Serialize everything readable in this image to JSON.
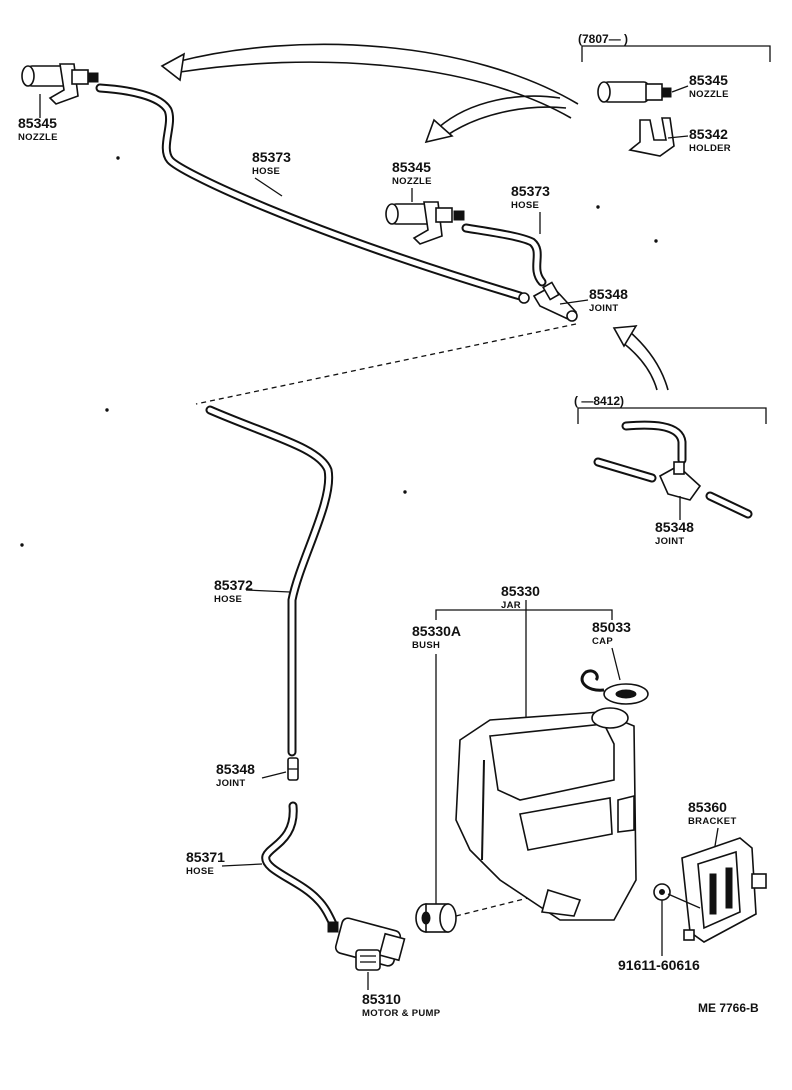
{
  "diagram": {
    "parts": {
      "nozzle_left": {
        "number": "85345",
        "label": "NOZZLE"
      },
      "nozzle_mid": {
        "number": "85345",
        "label": "NOZZLE"
      },
      "nozzle_right": {
        "number": "85345",
        "label": "NOZZLE"
      },
      "holder": {
        "number": "85342",
        "label": "HOLDER"
      },
      "hose_long": {
        "number": "85373",
        "label": "HOSE"
      },
      "hose_short": {
        "number": "85373",
        "label": "HOSE"
      },
      "joint_top": {
        "number": "85348",
        "label": "JOINT"
      },
      "joint_inset": {
        "number": "85348",
        "label": "JOINT"
      },
      "hose_vertical": {
        "number": "85372",
        "label": "HOSE"
      },
      "joint_lower": {
        "number": "85348",
        "label": "JOINT"
      },
      "hose_pump": {
        "number": "85371",
        "label": "HOSE"
      },
      "motor_pump": {
        "number": "85310",
        "label": "MOTOR & PUMP"
      },
      "jar": {
        "number": "85330",
        "label": "JAR"
      },
      "bush": {
        "number": "85330A",
        "label": "BUSH"
      },
      "cap": {
        "number": "85033",
        "label": "CAP"
      },
      "bracket": {
        "number": "85360",
        "label": "BRACKET"
      },
      "bolt": {
        "number": "91611-60616",
        "label": ""
      }
    },
    "inset_top": "(7807—    )",
    "inset_mid": "(    —8412)",
    "reference": "ME  7766-B"
  }
}
